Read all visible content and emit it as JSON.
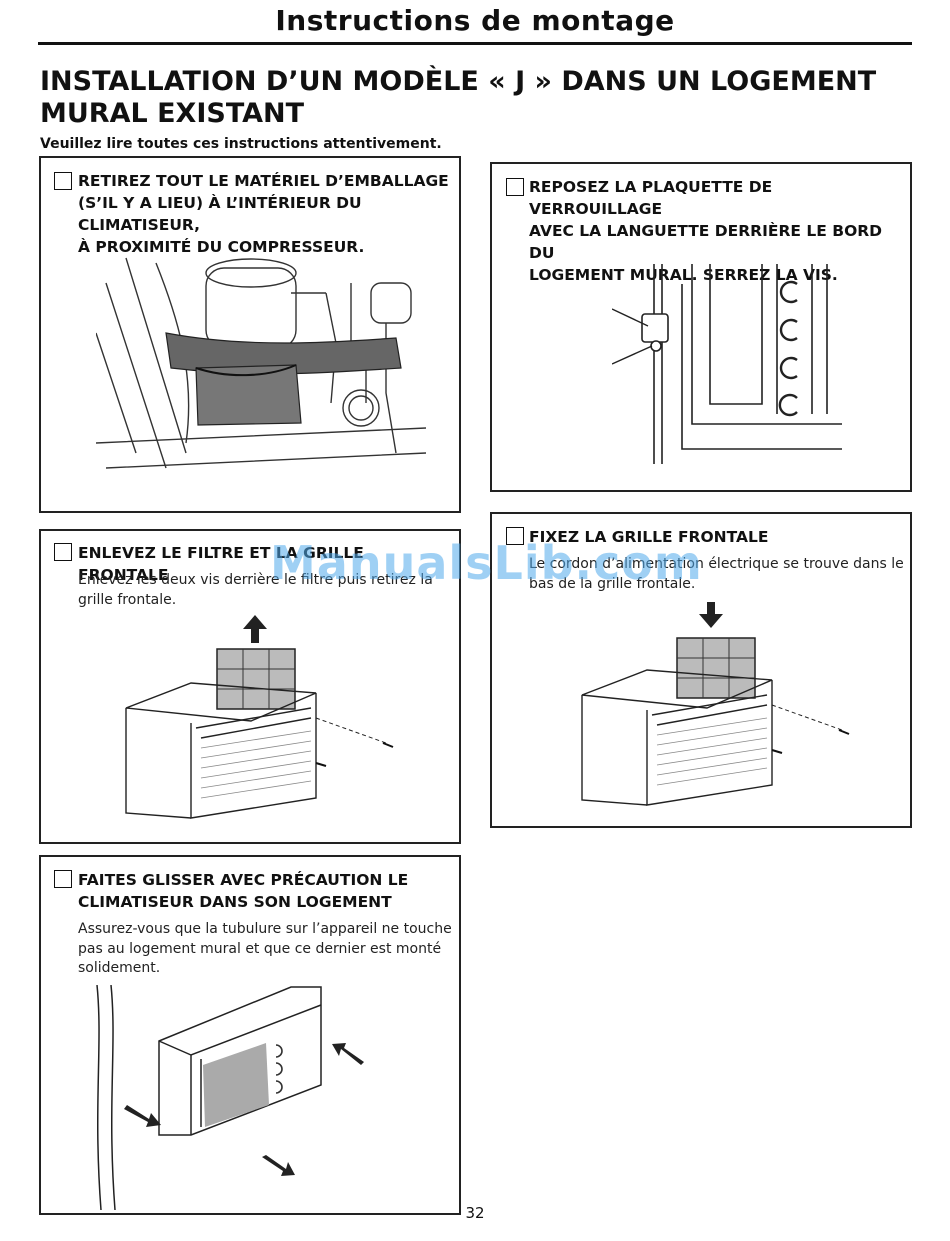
{
  "header": {
    "title": "Instructions de montage"
  },
  "section": {
    "title_line1": "INSTALLATION D’UN MODÈLE « J » DANS UN LOGEMENT",
    "title_line2": "MURAL EXISTANT",
    "intro": "Veuillez lire toutes ces instructions attentivement."
  },
  "steps": [
    {
      "title_lines": [
        "RETIREZ TOUT LE MATÉRIEL D’EMBALLAGE",
        "(S’IL Y A LIEU) À L’INTÉRIEUR DU CLIMATISEUR,",
        "À PROXIMITÉ DU COMPRESSEUR."
      ],
      "text_lines": []
    },
    {
      "title_lines": [
        "REPOSEZ LA PLAQUETTE DE VERROUILLAGE",
        "AVEC LA LANGUETTE DERRIÈRE LE BORD DU",
        "LOGEMENT MURAL. SERREZ LA VIS."
      ],
      "text_lines": []
    },
    {
      "title_lines": [
        "ENLEVEZ LE FILTRE ET LA GRILLE FRONTALE"
      ],
      "text_lines": [
        "Enlevez les deux vis derrière le filtre puis retirez la",
        "grille frontale."
      ]
    },
    {
      "title_lines": [
        "FIXEZ LA GRILLE FRONTALE"
      ],
      "text_lines": [
        "Le cordon d’alimentation électrique se trouve dans le",
        "bas de la grille frontale."
      ]
    },
    {
      "title_lines": [
        "FAITES GLISSER AVEC PRÉCAUTION LE",
        "CLIMATISEUR DANS SON LOGEMENT"
      ],
      "text_lines": [
        "Assurez-vous que la tubulure sur l’appareil ne touche",
        "pas au logement mural et que ce dernier est monté",
        "solidement."
      ]
    }
  ],
  "watermark": "ManualsLib.com",
  "page_number": "32"
}
